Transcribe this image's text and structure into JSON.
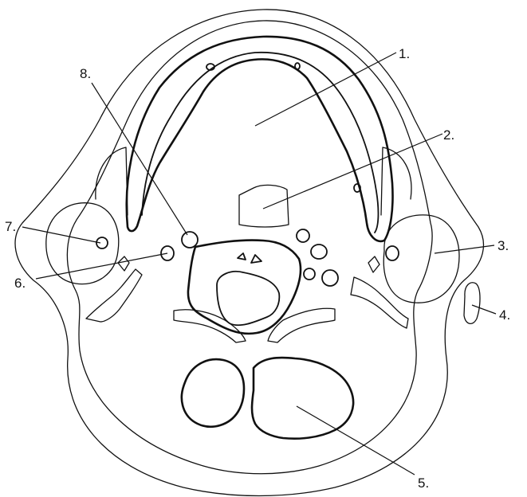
{
  "labels": [
    {
      "id": "1",
      "text": "1."
    },
    {
      "id": "2",
      "text": "2."
    },
    {
      "id": "3",
      "text": "3."
    },
    {
      "id": "4",
      "text": "4."
    },
    {
      "id": "5",
      "text": "5."
    },
    {
      "id": "6",
      "text": "6."
    },
    {
      "id": "7",
      "text": "7."
    },
    {
      "id": "8",
      "text": "8."
    }
  ],
  "colors": {
    "line": "#111111",
    "background": "#ffffff"
  }
}
